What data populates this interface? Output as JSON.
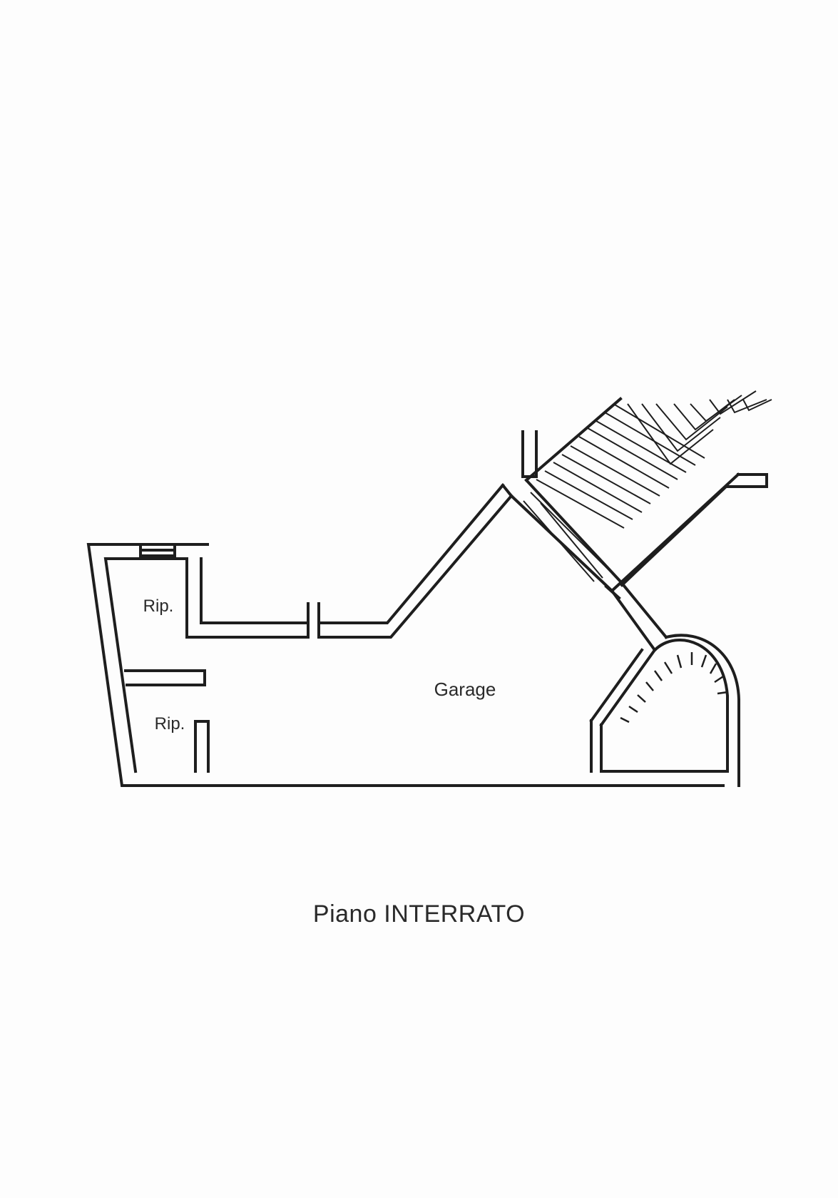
{
  "plan": {
    "rooms": [
      {
        "id": "storage-top",
        "label": "Rip."
      },
      {
        "id": "storage-bottom",
        "label": "Rip."
      },
      {
        "id": "garage",
        "label": "Garage"
      }
    ],
    "floor_title": "Piano INTERRATO"
  },
  "colors": {
    "wall": "#1e1e1e",
    "paper": "#fdfdfd",
    "text": "#2a2a2a"
  }
}
